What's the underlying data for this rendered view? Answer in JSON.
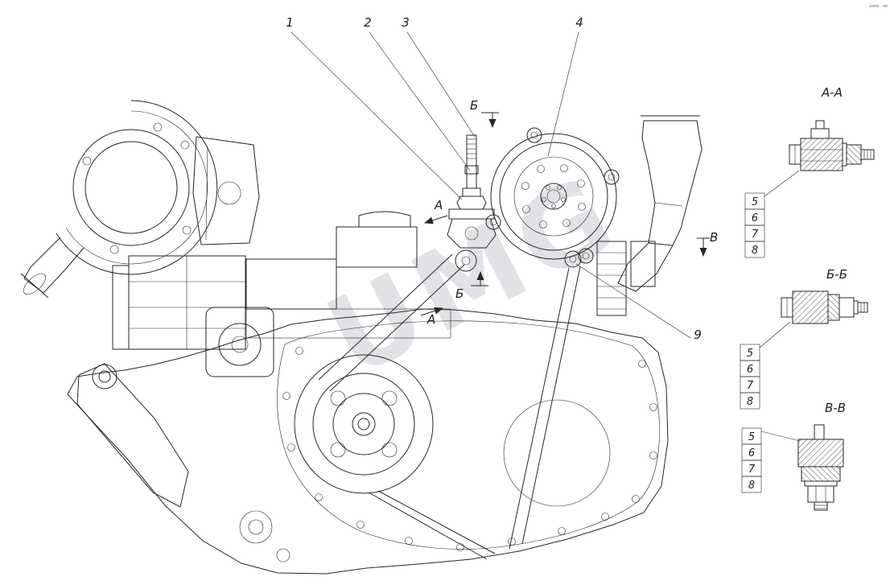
{
  "page": {
    "background": "#ffffff",
    "line_color": "#262626",
    "watermark_color": "#c3c7cc"
  },
  "watermark": {
    "text": "UMG"
  },
  "callouts": {
    "c1": "1",
    "c2": "2",
    "c3": "3",
    "c4": "4",
    "c9": "9"
  },
  "section_markers": {
    "b_top": "Б",
    "b_bottom": "Б",
    "a_upper": "A",
    "a_lower": "A",
    "v_right": "В"
  },
  "detail_views": {
    "aa": {
      "title": "A-A",
      "items": [
        "5",
        "6",
        "7",
        "8"
      ]
    },
    "bb": {
      "title": "Б-Б",
      "items": [
        "5",
        "6",
        "7",
        "8"
      ]
    },
    "vv": {
      "title": "В-В",
      "items": [
        "5",
        "6",
        "7",
        "8"
      ]
    }
  }
}
